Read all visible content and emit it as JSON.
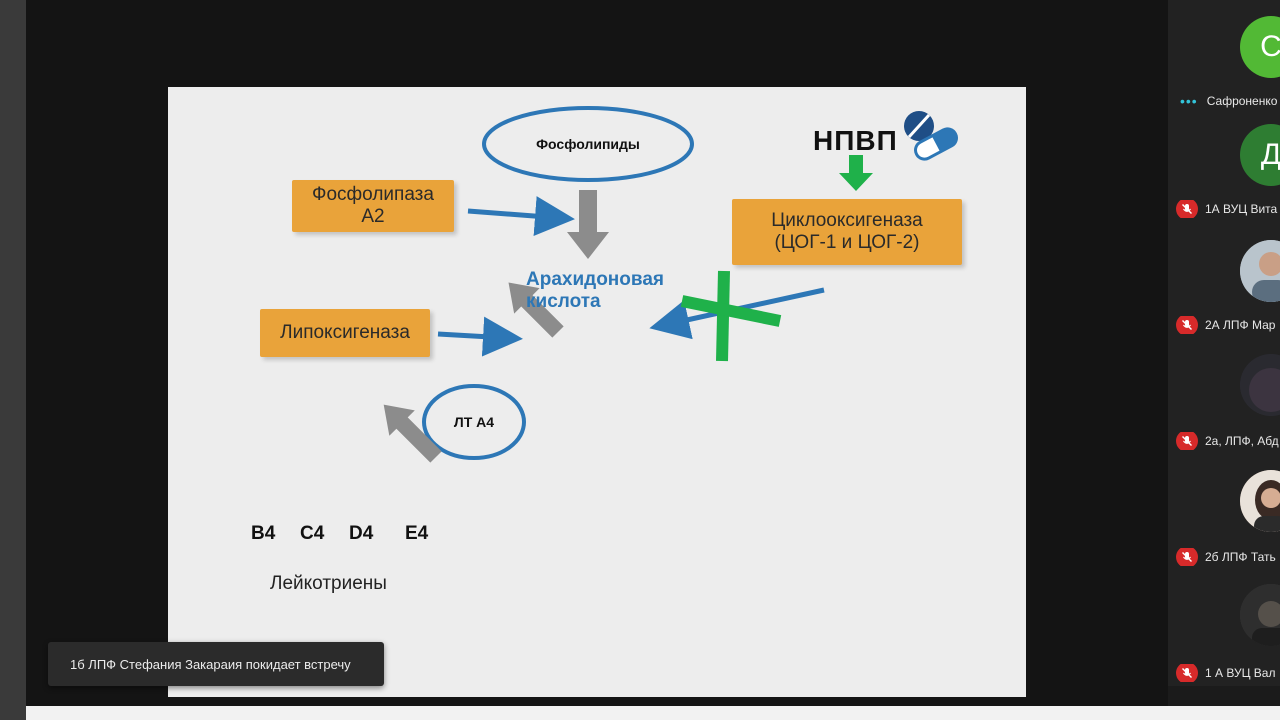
{
  "slide": {
    "phospholipids": "Фосфолипиды",
    "nsaid": "НПВП",
    "phospholipase": "Фосфолипаза\nА2",
    "cyclooxygenase": "Циклооксигеназа\n(ЦОГ-1 и ЦОГ-2)",
    "arachidonic": "Арахидоновая\nкислота",
    "lipoxygenase": "Липоксигеназа",
    "lta4": "ЛТ А4",
    "leukotriene_types": [
      "В4",
      "С4",
      "D4",
      "Е4"
    ],
    "leukotrienes": "Лейкотриены"
  },
  "colors": {
    "box_fill": "#e9a33a",
    "blue": "#2d77b6",
    "green": "#1fb14a",
    "gray_arrow": "#8c8c8c",
    "mute": "#d72a2a"
  },
  "participants": [
    {
      "initial": "С",
      "name": "Сафроненко",
      "avatar_color": "#52b935",
      "status": "speaking"
    },
    {
      "initial": "Д",
      "name": "1А ВУЦ Вита",
      "avatar_color": "#2e7d32",
      "status": "muted"
    },
    {
      "initial": "",
      "name": "2А ЛПФ Мар",
      "avatar_color": "#9aa7b0",
      "status": "muted"
    },
    {
      "initial": "",
      "name": "2а, ЛПФ, Абд",
      "avatar_color": "#2a2a30",
      "status": "muted"
    },
    {
      "initial": "",
      "name": "2б ЛПФ Тать",
      "avatar_color": "#8a6a58",
      "status": "muted"
    },
    {
      "initial": "",
      "name": "1 А ВУЦ Вал",
      "avatar_color": "#3a3a3a",
      "status": "muted"
    }
  ],
  "toast": "1б ЛПФ Стефания Закараия покидает встречу"
}
